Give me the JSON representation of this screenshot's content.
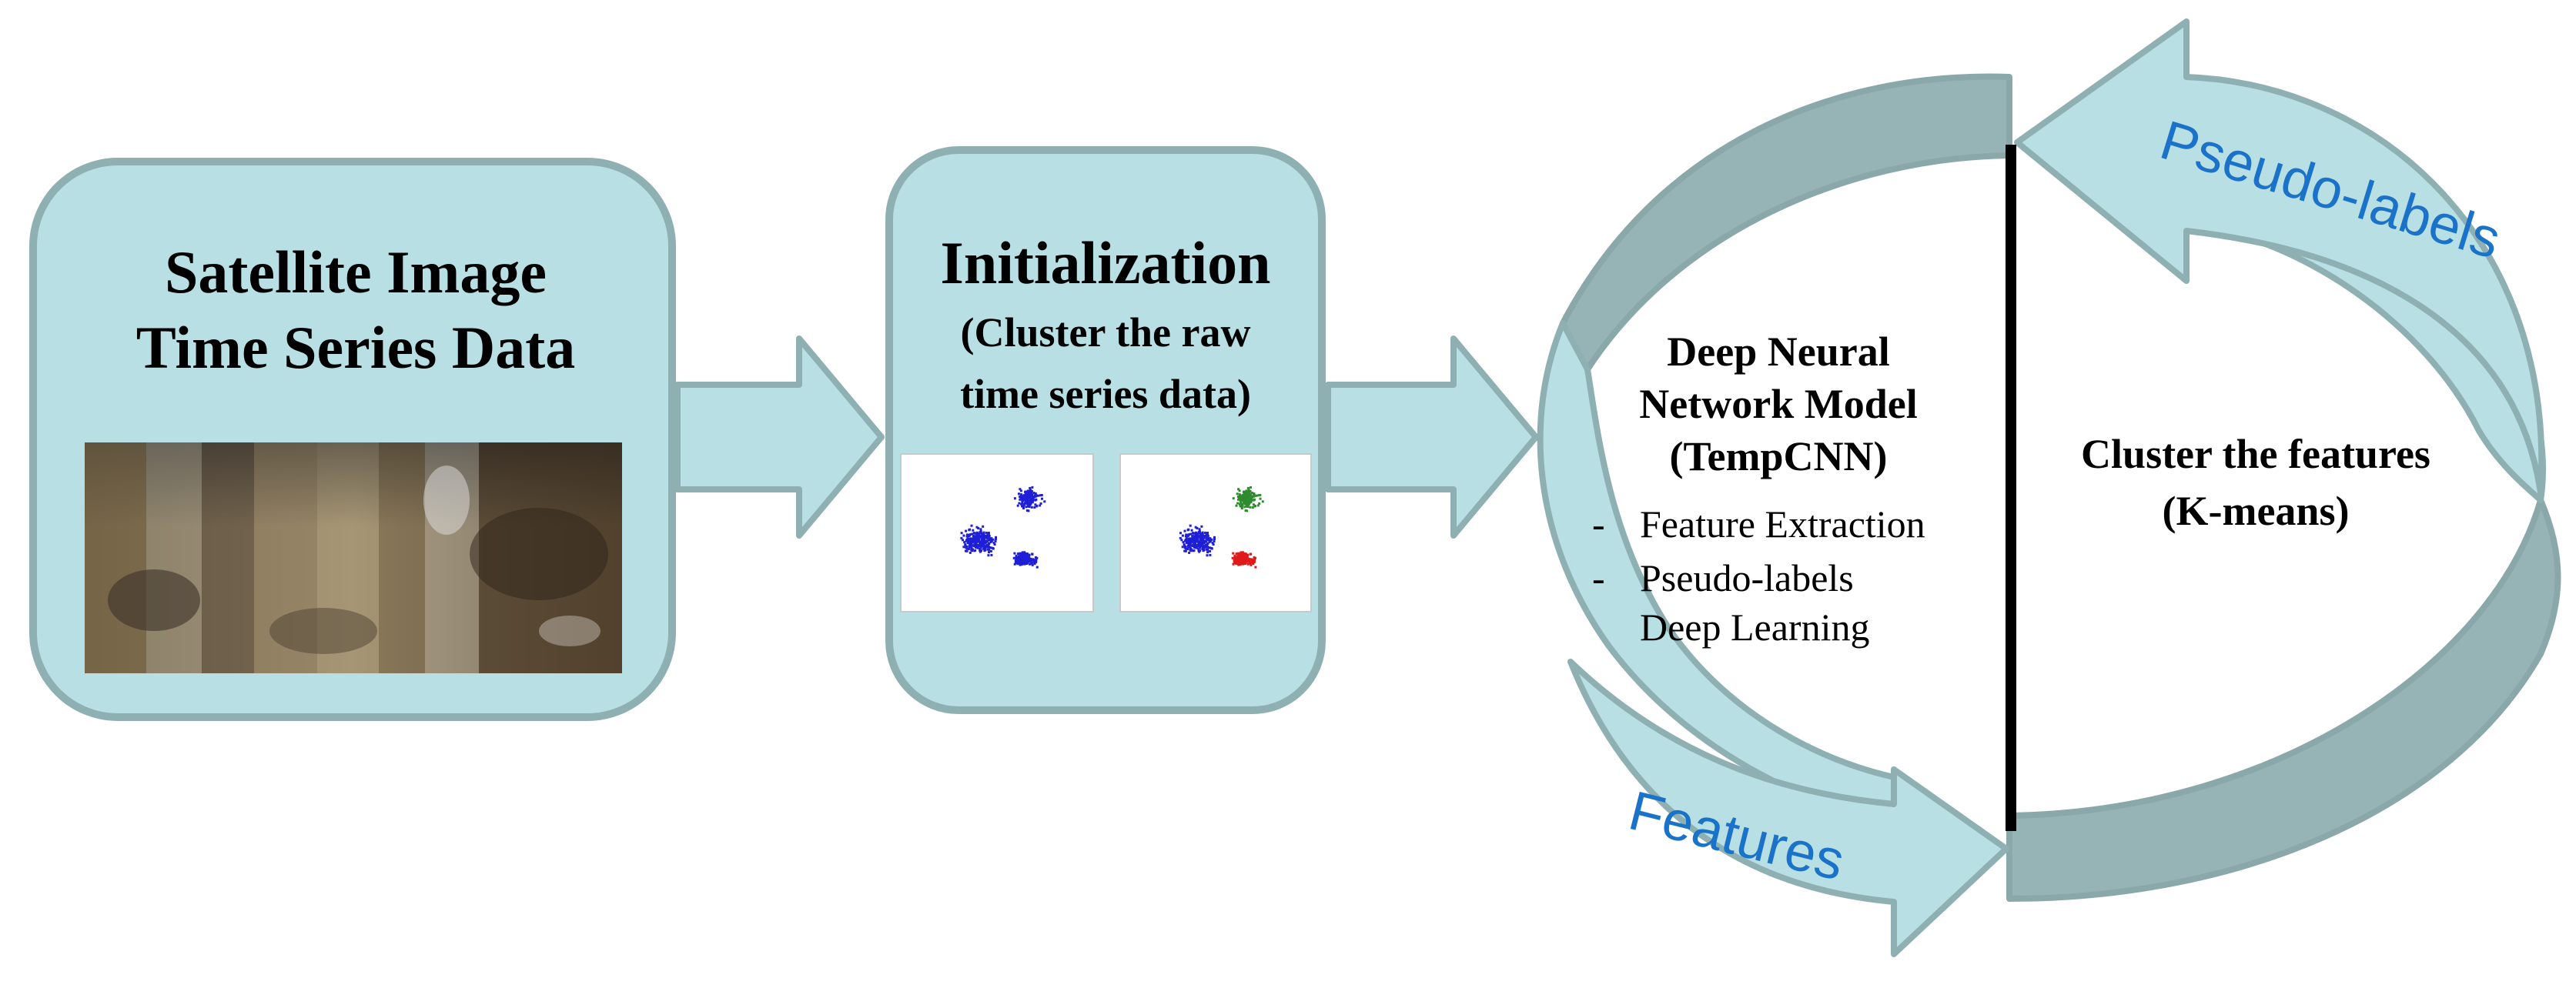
{
  "colors": {
    "box_fill": "#b8dfe3",
    "box_stroke": "#8fb0b3",
    "cycle_dark": "#96b3b5",
    "label_blue": "#1a73c9",
    "cluster_blue": "#1f1fd6",
    "cluster_green": "#2e8b2e",
    "cluster_red": "#e01a1a"
  },
  "box1": {
    "title_line1": "Satellite Image",
    "title_line2": "Time Series Data",
    "image_desc": "satellite-image-strip"
  },
  "box2": {
    "title": "Initialization",
    "subtitle_line1": "(Cluster the raw",
    "subtitle_line2": "time series data)",
    "plot_left": "raw-scatter-plot",
    "plot_right": "clustered-scatter-plot"
  },
  "cycle": {
    "left": {
      "title_line1": "Deep Neural",
      "title_line2": "Network Model",
      "title_line3": "(TempCNN)",
      "bullet1_dash": "-",
      "bullet1": "Feature Extraction",
      "bullet2_dash": "-",
      "bullet2_line1": "Pseudo-labels",
      "bullet2_line2": "Deep Learning"
    },
    "right": {
      "title_line1": "Cluster the features",
      "title_line2": "(K-means)"
    },
    "top_arrow_label": "Pseudo-labels",
    "bottom_arrow_label": "Features"
  }
}
